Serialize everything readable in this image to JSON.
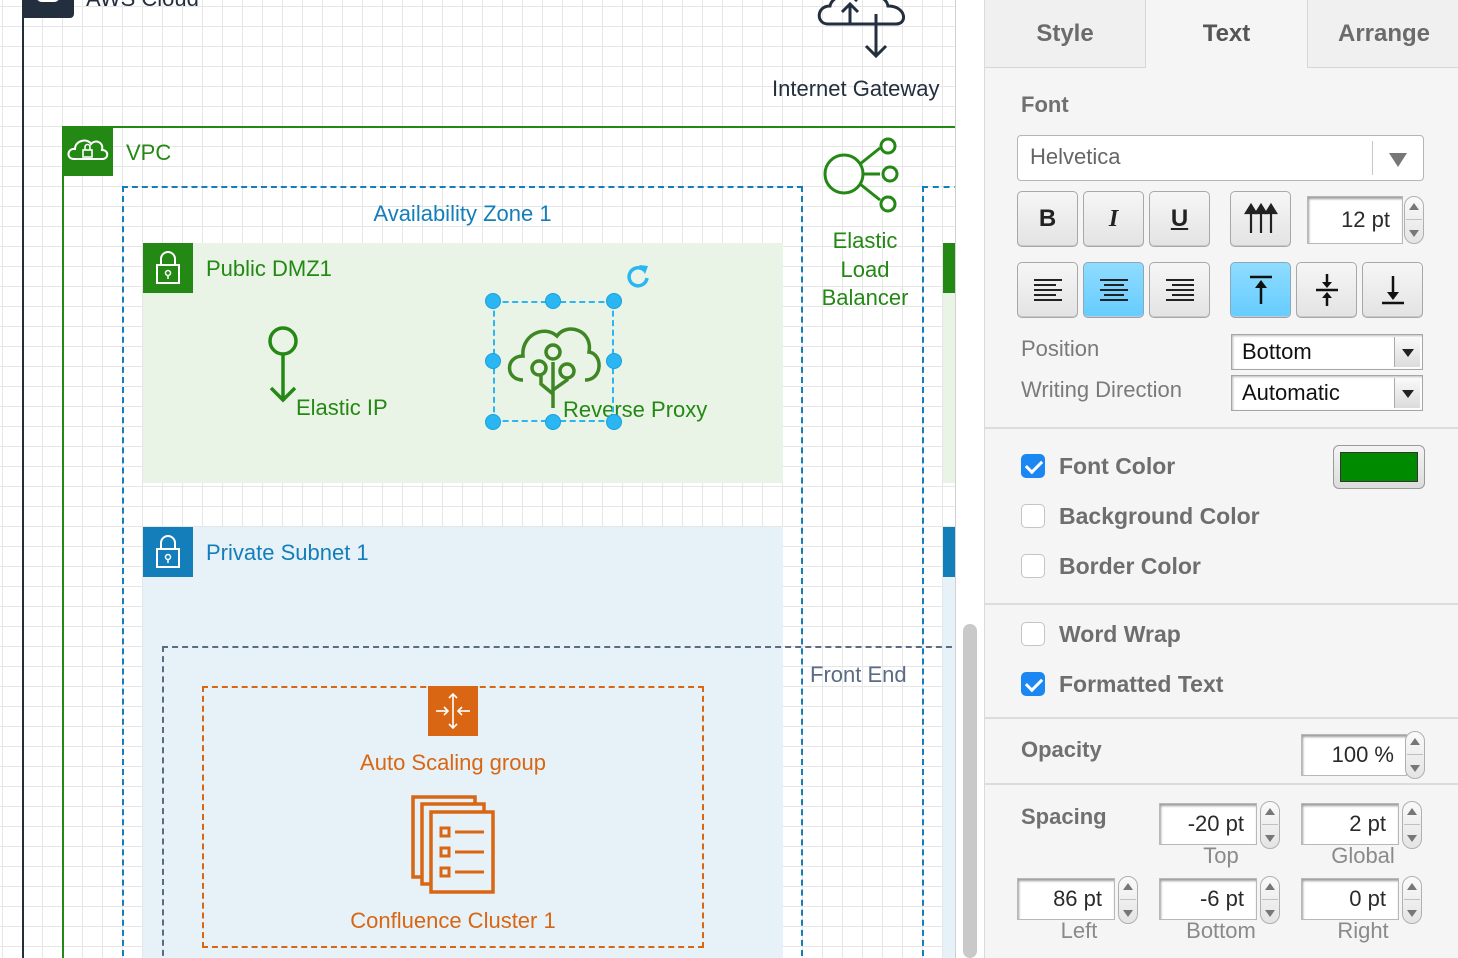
{
  "diagram": {
    "top_partial_label": "AWS Cloud",
    "internet_gateway": "Internet Gateway",
    "vpc": "VPC",
    "availability_zone": "Availability Zone 1",
    "elb_line1": "Elastic",
    "elb_line2": "Load",
    "elb_line3": "Balancer",
    "public_subnet": "Public DMZ1",
    "elastic_ip": "Elastic IP",
    "reverse_proxy": "Reverse Proxy",
    "private_subnet": "Private Subnet 1",
    "front_end": "Front End",
    "auto_scaling": "Auto Scaling group",
    "confluence": "Confluence Cluster 1",
    "colors": {
      "vpc_green": "#248814",
      "zone_blue": "#147EBA",
      "public_fill": "#E9F3E6",
      "private_fill": "#E6F2F8",
      "orange": "#D86613",
      "selection": "#29B6F2",
      "icon_green": "#3F8624"
    }
  },
  "panel": {
    "tabs": [
      {
        "label": "Style"
      },
      {
        "label": "Text"
      },
      {
        "label": "Arrange"
      }
    ],
    "font_section": "Font",
    "font_family": "Helvetica",
    "bold_label": "B",
    "italic_label": "I",
    "underline_label": "U",
    "font_size": "12 pt",
    "position_label": "Position",
    "position_value": "Bottom",
    "writing_direction_label": "Writing Direction",
    "writing_direction_value": "Automatic",
    "font_color_label": "Font Color",
    "font_color_value": "#008A00",
    "background_color_label": "Background Color",
    "border_color_label": "Border Color",
    "word_wrap_label": "Word Wrap",
    "formatted_text_label": "Formatted Text",
    "opacity_label": "Opacity",
    "opacity_value": "100 %",
    "spacing_label": "Spacing",
    "spacing": {
      "top_value": "-20 pt",
      "top_label": "Top",
      "global_value": "2 pt",
      "global_label": "Global",
      "left_value": "86 pt",
      "left_label": "Left",
      "bottom_value": "-6 pt",
      "bottom_label": "Bottom",
      "right_value": "0 pt",
      "right_label": "Right"
    },
    "checkboxes": {
      "font_color": true,
      "background_color": false,
      "border_color": false,
      "word_wrap": false,
      "formatted_text": true
    }
  }
}
